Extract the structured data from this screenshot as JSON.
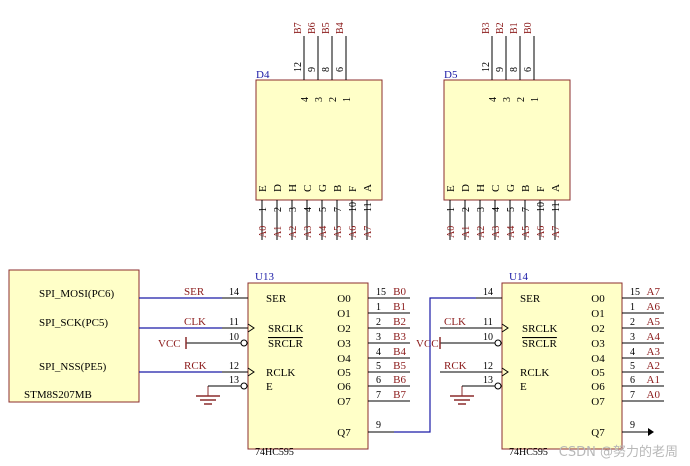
{
  "mcu": {
    "pins": [
      "SPI_MOSI(PC6)",
      "SPI_SCK(PC5)",
      "SPI_NSS(PE5)"
    ],
    "name": "STM8S207MB"
  },
  "net_labels": {
    "ser": "SER",
    "clk": "CLK",
    "rck": "RCK",
    "vcc": "VCC"
  },
  "u13": {
    "designator": "U13",
    "part": "74HC595",
    "left_pins": [
      {
        "name": "SER",
        "num": "14"
      },
      {
        "name": "SRCLK",
        "num": "11"
      },
      {
        "name": "SRCLR",
        "num": "10"
      },
      {
        "name": "RCLK",
        "num": "12"
      },
      {
        "name": "E",
        "num": "13"
      }
    ],
    "outputs": [
      {
        "name": "O0",
        "num": "15",
        "net": "B0"
      },
      {
        "name": "O1",
        "num": "1",
        "net": "B1"
      },
      {
        "name": "O2",
        "num": "2",
        "net": "B2"
      },
      {
        "name": "O3",
        "num": "3",
        "net": "B3"
      },
      {
        "name": "O4",
        "num": "4",
        "net": "B4"
      },
      {
        "name": "O5",
        "num": "5",
        "net": "B5"
      },
      {
        "name": "O6",
        "num": "6",
        "net": "B6"
      },
      {
        "name": "O7",
        "num": "7",
        "net": "B7"
      }
    ],
    "q7": {
      "name": "Q7",
      "num": "9"
    }
  },
  "u14": {
    "designator": "U14",
    "part": "74HC595",
    "left_pins": [
      {
        "name": "SER",
        "num": "14"
      },
      {
        "name": "SRCLK",
        "num": "11"
      },
      {
        "name": "SRCLR",
        "num": "10"
      },
      {
        "name": "RCLK",
        "num": "12"
      },
      {
        "name": "E",
        "num": "13"
      }
    ],
    "outputs": [
      {
        "name": "O0",
        "num": "15",
        "net": "A7"
      },
      {
        "name": "O1",
        "num": "1",
        "net": "A6"
      },
      {
        "name": "O2",
        "num": "2",
        "net": "A5"
      },
      {
        "name": "O3",
        "num": "3",
        "net": "A4"
      },
      {
        "name": "O4",
        "num": "4",
        "net": "A3"
      },
      {
        "name": "O5",
        "num": "5",
        "net": "A2"
      },
      {
        "name": "O6",
        "num": "6",
        "net": "A1"
      },
      {
        "name": "O7",
        "num": "7",
        "net": "A0"
      }
    ],
    "q7": {
      "name": "Q7",
      "num": "9"
    }
  },
  "d4": {
    "designator": "D4",
    "top_pins": [
      {
        "num": "12",
        "net": "B7",
        "name": "4"
      },
      {
        "num": "9",
        "net": "B6",
        "name": "3"
      },
      {
        "num": "8",
        "net": "B5",
        "name": "2"
      },
      {
        "num": "6",
        "net": "B4",
        "name": "1"
      }
    ],
    "bottom_pins": [
      {
        "name": "E",
        "num": "1",
        "net": "A0"
      },
      {
        "name": "D",
        "num": "2",
        "net": "A1"
      },
      {
        "name": "H",
        "num": "3",
        "net": "A2"
      },
      {
        "name": "C",
        "num": "4",
        "net": "A3"
      },
      {
        "name": "G",
        "num": "5",
        "net": "A4"
      },
      {
        "name": "B",
        "num": "7",
        "net": "A5"
      },
      {
        "name": "F",
        "num": "10",
        "net": "A6"
      },
      {
        "name": "A",
        "num": "11",
        "net": "A7"
      }
    ]
  },
  "d5": {
    "designator": "D5",
    "top_pins": [
      {
        "num": "12",
        "net": "B3",
        "name": "4"
      },
      {
        "num": "9",
        "net": "B2",
        "name": "3"
      },
      {
        "num": "8",
        "net": "B1",
        "name": "2"
      },
      {
        "num": "6",
        "net": "B0",
        "name": "1"
      }
    ],
    "bottom_pins": [
      {
        "name": "E",
        "num": "1",
        "net": "A0"
      },
      {
        "name": "D",
        "num": "2",
        "net": "A1"
      },
      {
        "name": "H",
        "num": "3",
        "net": "A2"
      },
      {
        "name": "C",
        "num": "4",
        "net": "A3"
      },
      {
        "name": "G",
        "num": "5",
        "net": "A4"
      },
      {
        "name": "B",
        "num": "7",
        "net": "A5"
      },
      {
        "name": "F",
        "num": "10",
        "net": "A6"
      },
      {
        "name": "A",
        "num": "11",
        "net": "A7"
      }
    ]
  },
  "watermark": "CSDN @努力的老周",
  "colors": {
    "body_fill": "#ffffc8",
    "outline": "#8b2c2c",
    "wire": "#1a1aa6",
    "text": "#000000",
    "net": "#8b1a1a",
    "designator": "#1a1aa6"
  }
}
